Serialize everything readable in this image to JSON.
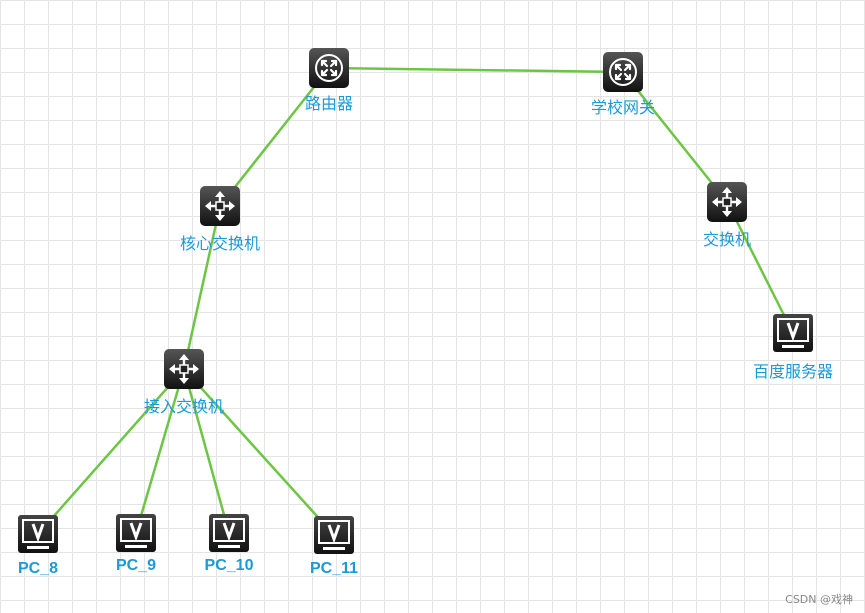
{
  "nodes": {
    "router": {
      "label": "路由器",
      "type": "router"
    },
    "gateway": {
      "label": "学校网关",
      "type": "router"
    },
    "core_switch": {
      "label": "核心交换机",
      "type": "switch"
    },
    "switch": {
      "label": "交换机",
      "type": "switch"
    },
    "access_switch": {
      "label": "接入交换机",
      "type": "switch"
    },
    "server": {
      "label": "百度服务器",
      "type": "pc"
    },
    "pc8": {
      "label": "PC_8",
      "type": "pc"
    },
    "pc9": {
      "label": "PC_9",
      "type": "pc"
    },
    "pc10": {
      "label": "PC_10",
      "type": "pc"
    },
    "pc11": {
      "label": "PC_11",
      "type": "pc"
    }
  },
  "links": [
    [
      "router",
      "gateway"
    ],
    [
      "router",
      "core_switch"
    ],
    [
      "gateway",
      "switch"
    ],
    [
      "switch",
      "server"
    ],
    [
      "core_switch",
      "access_switch"
    ],
    [
      "access_switch",
      "pc8"
    ],
    [
      "access_switch",
      "pc9"
    ],
    [
      "access_switch",
      "pc10"
    ],
    [
      "access_switch",
      "pc11"
    ]
  ],
  "colors": {
    "link": "#6cc644",
    "label": "#1a9ad6",
    "grid": "#e4e4e4",
    "device": "#1f1f1f"
  },
  "watermark": "CSDN @戏神"
}
